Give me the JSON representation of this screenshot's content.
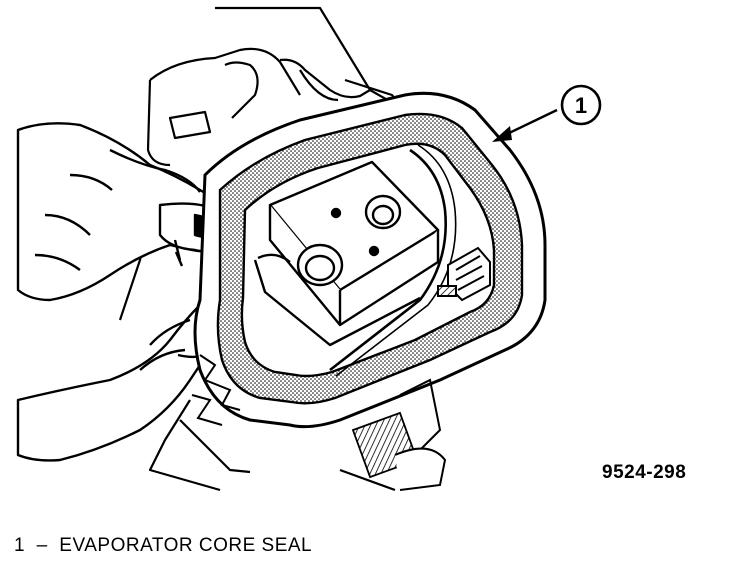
{
  "figure": {
    "callout": {
      "number": "1"
    },
    "figure_number": "9524-298"
  },
  "legend": [
    {
      "number": "1",
      "dash": "–",
      "label": "EVAPORATOR CORE SEAL"
    }
  ]
}
